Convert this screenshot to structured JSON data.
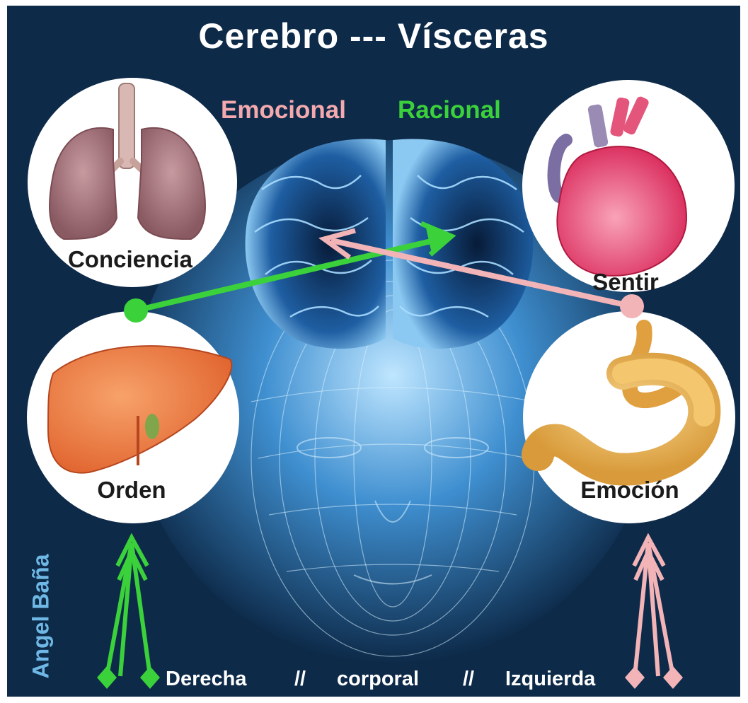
{
  "title": "Cerebro --- Vísceras",
  "hemispheres": {
    "left": "Emocional",
    "right": "Racional"
  },
  "organs": {
    "lungs": "Conciencia",
    "heart": "Sentir",
    "liver": "Orden",
    "stomach": "Emoción"
  },
  "bottom": {
    "left": "Derecha",
    "sep1": "//",
    "middle": "corporal",
    "sep2": "//",
    "right": "Izquierda"
  },
  "author": "Angel Baña",
  "colors": {
    "background": "#0d2a49",
    "emotional": "#f3a9ad",
    "rational": "#3bd13b",
    "author": "#6fb8e6"
  }
}
